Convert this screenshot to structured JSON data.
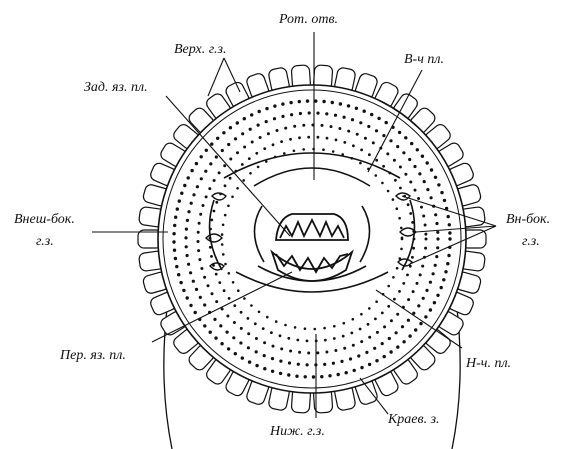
{
  "labels": {
    "mouth": "Рот. отв.",
    "upper_teeth": "Верх. г.з.",
    "upper_lateral_plate": "В-ч пл.",
    "posterior_tongue_plate": "Зад. яз. пл.",
    "outer_lateral_line1": "Внеш-бок.",
    "outer_lateral_line2": "г.з.",
    "inner_lateral_line1": "Вн-бок.",
    "inner_lateral_line2": "г.з.",
    "anterior_tongue_plate": "Пер. яз. пл.",
    "lower_lateral_plate": "Н-ч. пл.",
    "lower_teeth": "Ниж. г.з.",
    "marginal_teeth": "Краев. з."
  },
  "colors": {
    "ink": "#111111",
    "paper": "#ffffff"
  }
}
